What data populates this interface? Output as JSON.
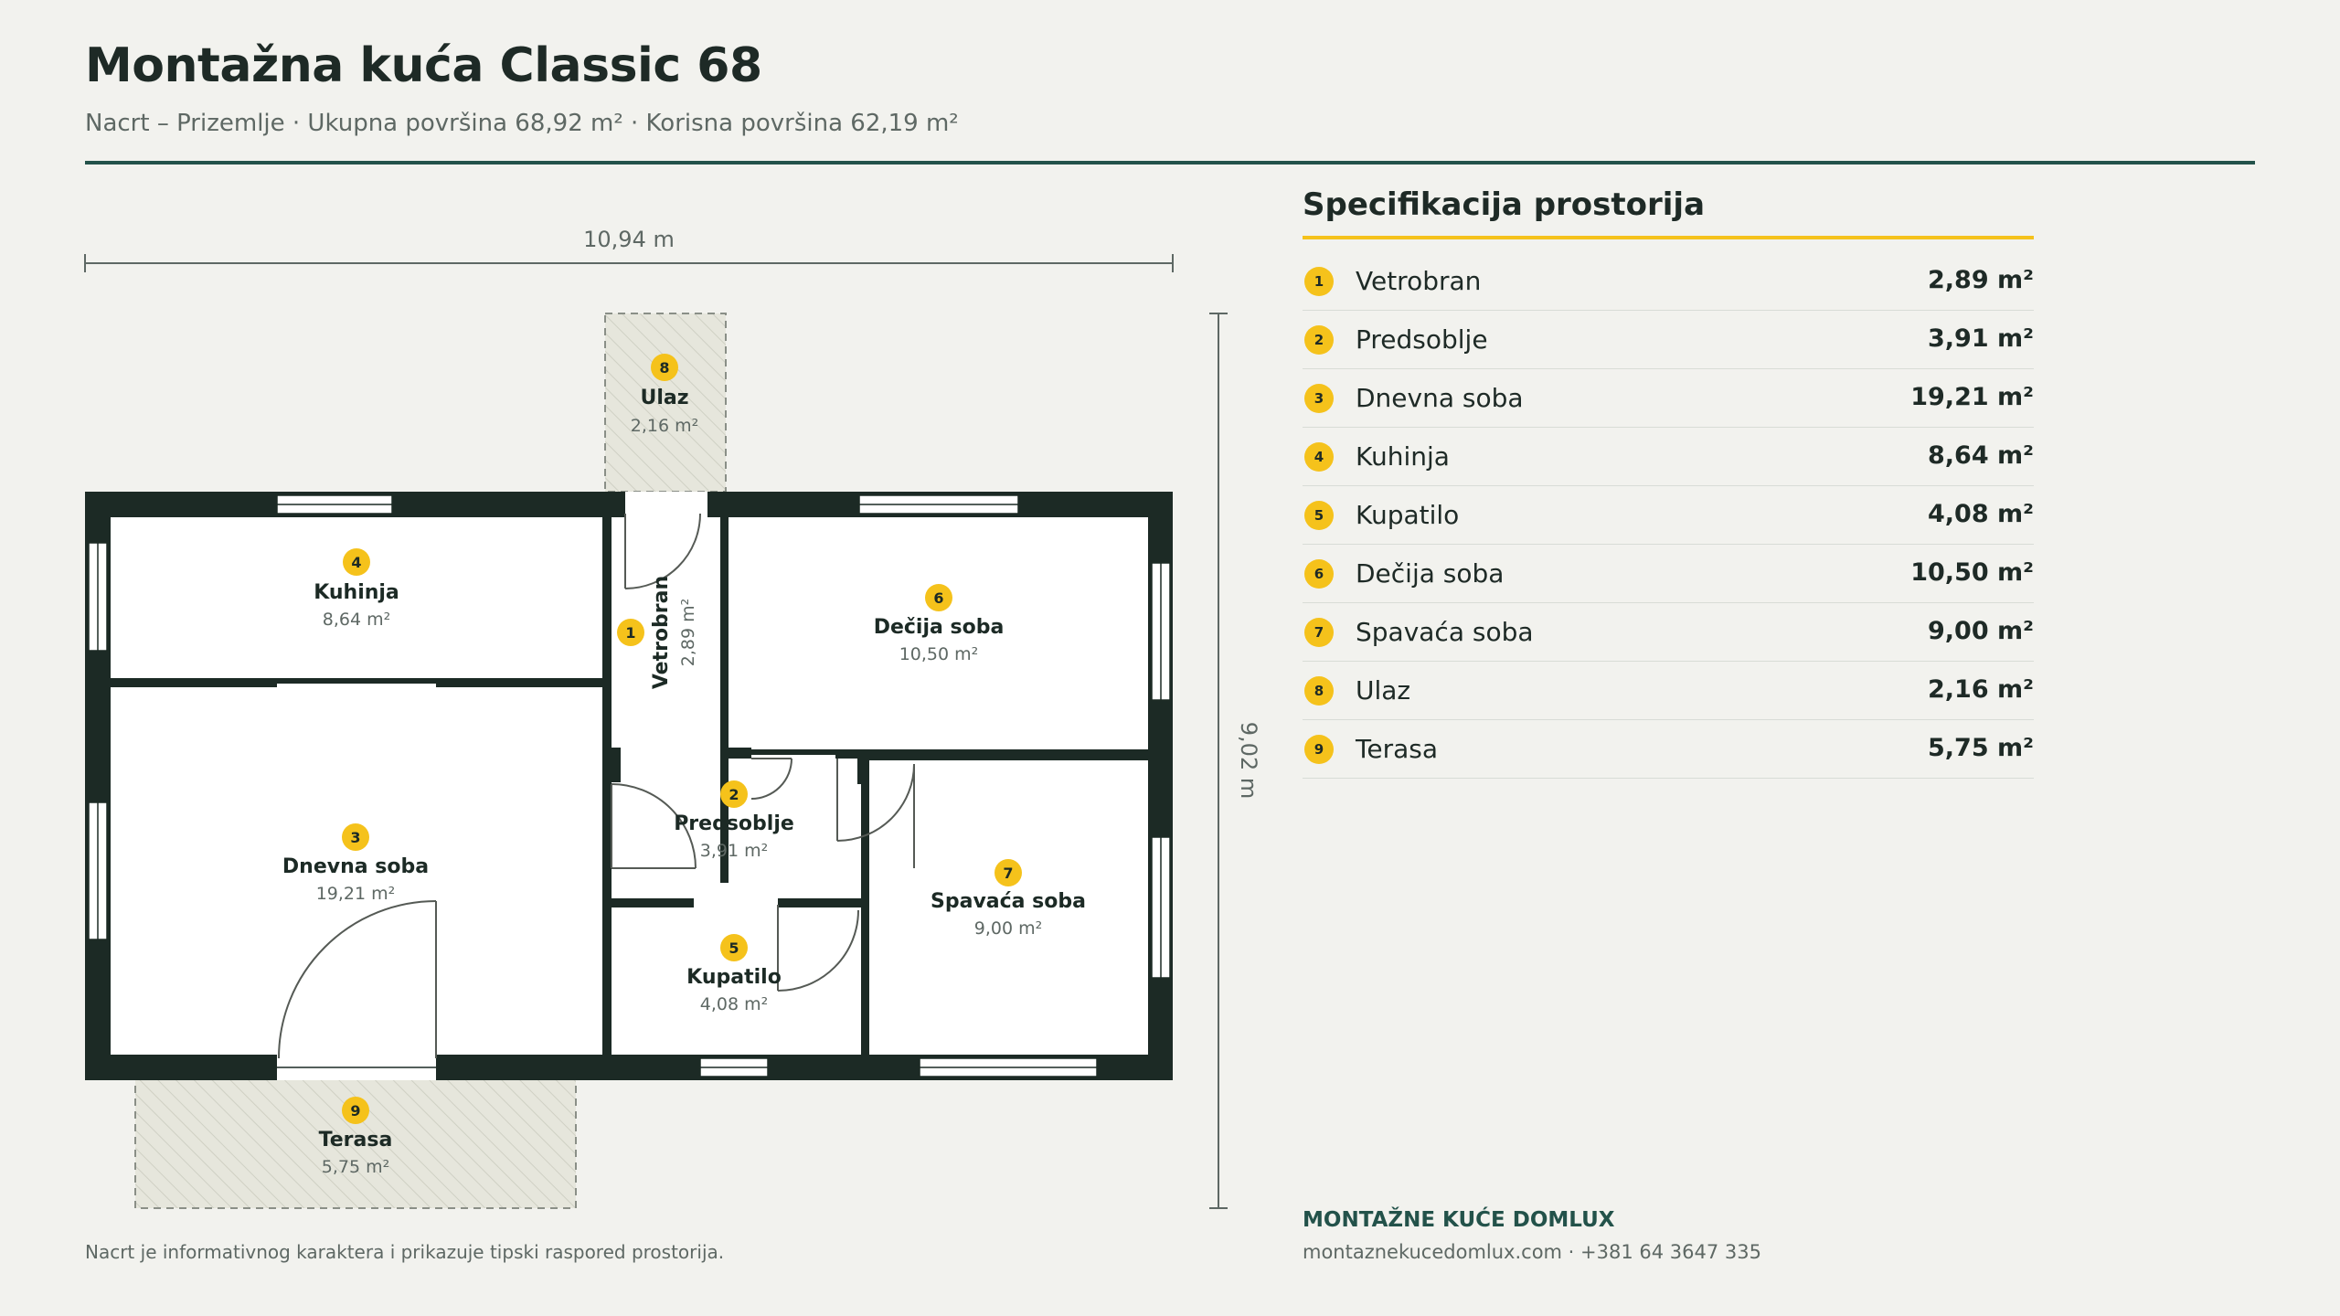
{
  "header": {
    "title": "Montažna kuća Classic 68",
    "subtitle": "Nacrt – Prizemlje · Ukupna površina 68,92 m² · Korisna površina 62,19 m²"
  },
  "plan": {
    "width_label": "10,94 m",
    "height_label": "9,02 m",
    "colors": {
      "wall": "#1c2a25",
      "room_fill": "#ffffff",
      "outdoor_fill": "#e6e6dc",
      "badge": "#f5c21b",
      "dimension": "#5e6864"
    },
    "rooms": [
      {
        "num": "1",
        "name": "Vetrobran",
        "area": "2,89 m²"
      },
      {
        "num": "2",
        "name": "Predsoblje",
        "area": "3,91 m²"
      },
      {
        "num": "3",
        "name": "Dnevna soba",
        "area": "19,21 m²"
      },
      {
        "num": "4",
        "name": "Kuhinja",
        "area": "8,64 m²"
      },
      {
        "num": "5",
        "name": "Kupatilo",
        "area": "4,08 m²"
      },
      {
        "num": "6",
        "name": "Dečija soba",
        "area": "10,50 m²"
      },
      {
        "num": "7",
        "name": "Spavaća soba",
        "area": "9,00 m²"
      },
      {
        "num": "8",
        "name": "Ulaz",
        "area": "2,16 m²"
      },
      {
        "num": "9",
        "name": "Terasa",
        "area": "5,75 m²"
      }
    ]
  },
  "specification": {
    "title": "Specifikacija prostorija",
    "items": [
      {
        "num": "1",
        "name": "Vetrobran",
        "area": "2,89 m²"
      },
      {
        "num": "2",
        "name": "Predsoblje",
        "area": "3,91 m²"
      },
      {
        "num": "3",
        "name": "Dnevna soba",
        "area": "19,21 m²"
      },
      {
        "num": "4",
        "name": "Kuhinja",
        "area": "8,64 m²"
      },
      {
        "num": "5",
        "name": "Kupatilo",
        "area": "4,08 m²"
      },
      {
        "num": "6",
        "name": "Dečija soba",
        "area": "10,50 m²"
      },
      {
        "num": "7",
        "name": "Spavaća soba",
        "area": "9,00 m²"
      },
      {
        "num": "8",
        "name": "Ulaz",
        "area": "2,16 m²"
      },
      {
        "num": "9",
        "name": "Terasa",
        "area": "5,75 m²"
      }
    ]
  },
  "footer": {
    "note": "Nacrt je informativnog karaktera i prikazuje tipski raspored prostorija.",
    "brand": "MONTAŽNE KUĆE DOMLUX",
    "contact": "montaznekucedomlux.com · +381 64 3647 335"
  }
}
